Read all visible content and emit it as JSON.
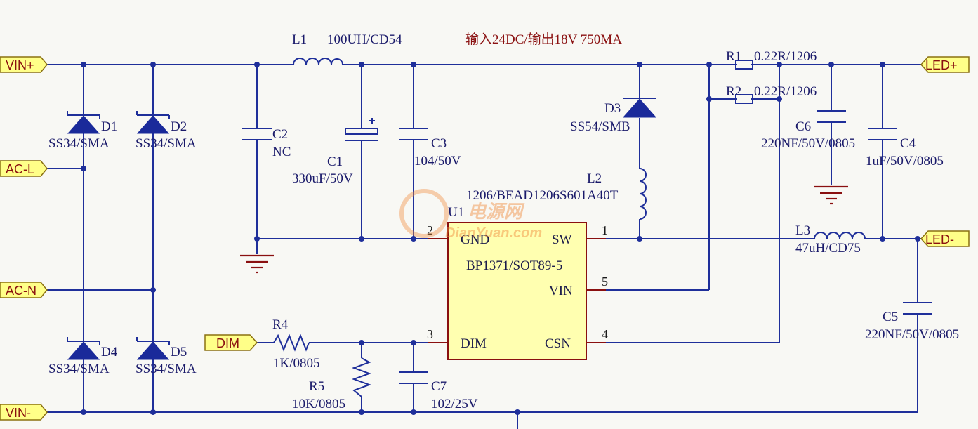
{
  "title_note": "输入24DC/输出18V 750MA",
  "ports": {
    "vin_plus": "VIN+",
    "vin_minus": "VIN-",
    "ac_l": "AC-L",
    "ac_n": "AC-N",
    "dim": "DIM",
    "led_plus": "LED+",
    "led_minus": "LED-"
  },
  "components": {
    "D1": {
      "ref": "D1",
      "value": "SS34/SMA"
    },
    "D2": {
      "ref": "D2",
      "value": "SS34/SMA"
    },
    "D4": {
      "ref": "D4",
      "value": "SS34/SMA"
    },
    "D5": {
      "ref": "D5",
      "value": "SS34/SMA"
    },
    "D3": {
      "ref": "D3",
      "value": "SS54/SMB"
    },
    "L1": {
      "ref": "L1",
      "value": "100UH/CD54"
    },
    "L2": {
      "ref": "L2",
      "value": "1206/BEAD1206S601A40T"
    },
    "L3": {
      "ref": "L3",
      "value": "47uH/CD75"
    },
    "C1": {
      "ref": "C1",
      "value": "330uF/50V"
    },
    "C2": {
      "ref": "C2",
      "value": "NC"
    },
    "C3": {
      "ref": "C3",
      "value": "104/50V"
    },
    "C4": {
      "ref": "C4",
      "value": "1uF/50V/0805"
    },
    "C5": {
      "ref": "C5",
      "value": "220NF/50V/0805"
    },
    "C6": {
      "ref": "C6",
      "value": "220NF/50V/0805"
    },
    "C7": {
      "ref": "C7",
      "value": "102/25V"
    },
    "R1": {
      "ref": "R1",
      "value": "0.22R/1206"
    },
    "R2": {
      "ref": "R2",
      "value": "0.22R/1206"
    },
    "R4": {
      "ref": "R4",
      "value": "1K/0805"
    },
    "R5": {
      "ref": "R5",
      "value": "10K/0805"
    }
  },
  "ic": {
    "ref": "U1",
    "part": "BP1371/SOT89-5",
    "pins": [
      {
        "num": "2",
        "name": "GND"
      },
      {
        "num": "1",
        "name": "SW"
      },
      {
        "num": "5",
        "name": "VIN"
      },
      {
        "num": "3",
        "name": "DIM"
      },
      {
        "num": "4",
        "name": "CSN"
      }
    ]
  },
  "watermark": {
    "cn": "电源网",
    "en": "DianYuan.com"
  }
}
